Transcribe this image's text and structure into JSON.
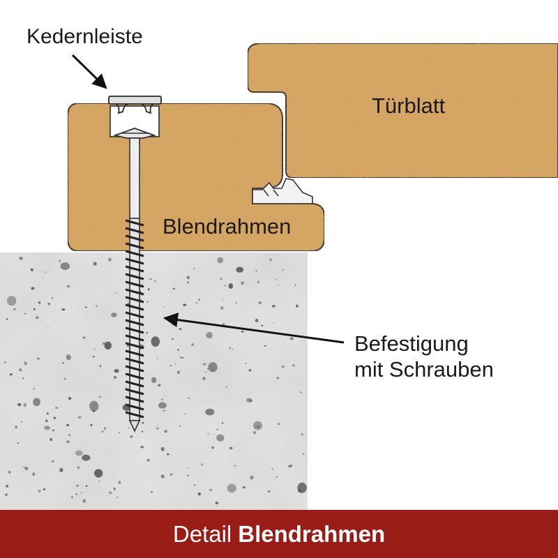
{
  "labels": {
    "kedernleiste": "Kedernleiste",
    "tuerblatt": "Türblatt",
    "blendrahmen": "Blendrahmen",
    "befestigung_line1": "Befestigung",
    "befestigung_line2": "mit Schrauben"
  },
  "footer": {
    "prefix": "Detail",
    "title": "Blendrahmen"
  },
  "colors": {
    "wood": "#d9a765",
    "concrete": "#e2e2e2",
    "footer": "#9a1c16",
    "outline": "#2a2a2a"
  }
}
